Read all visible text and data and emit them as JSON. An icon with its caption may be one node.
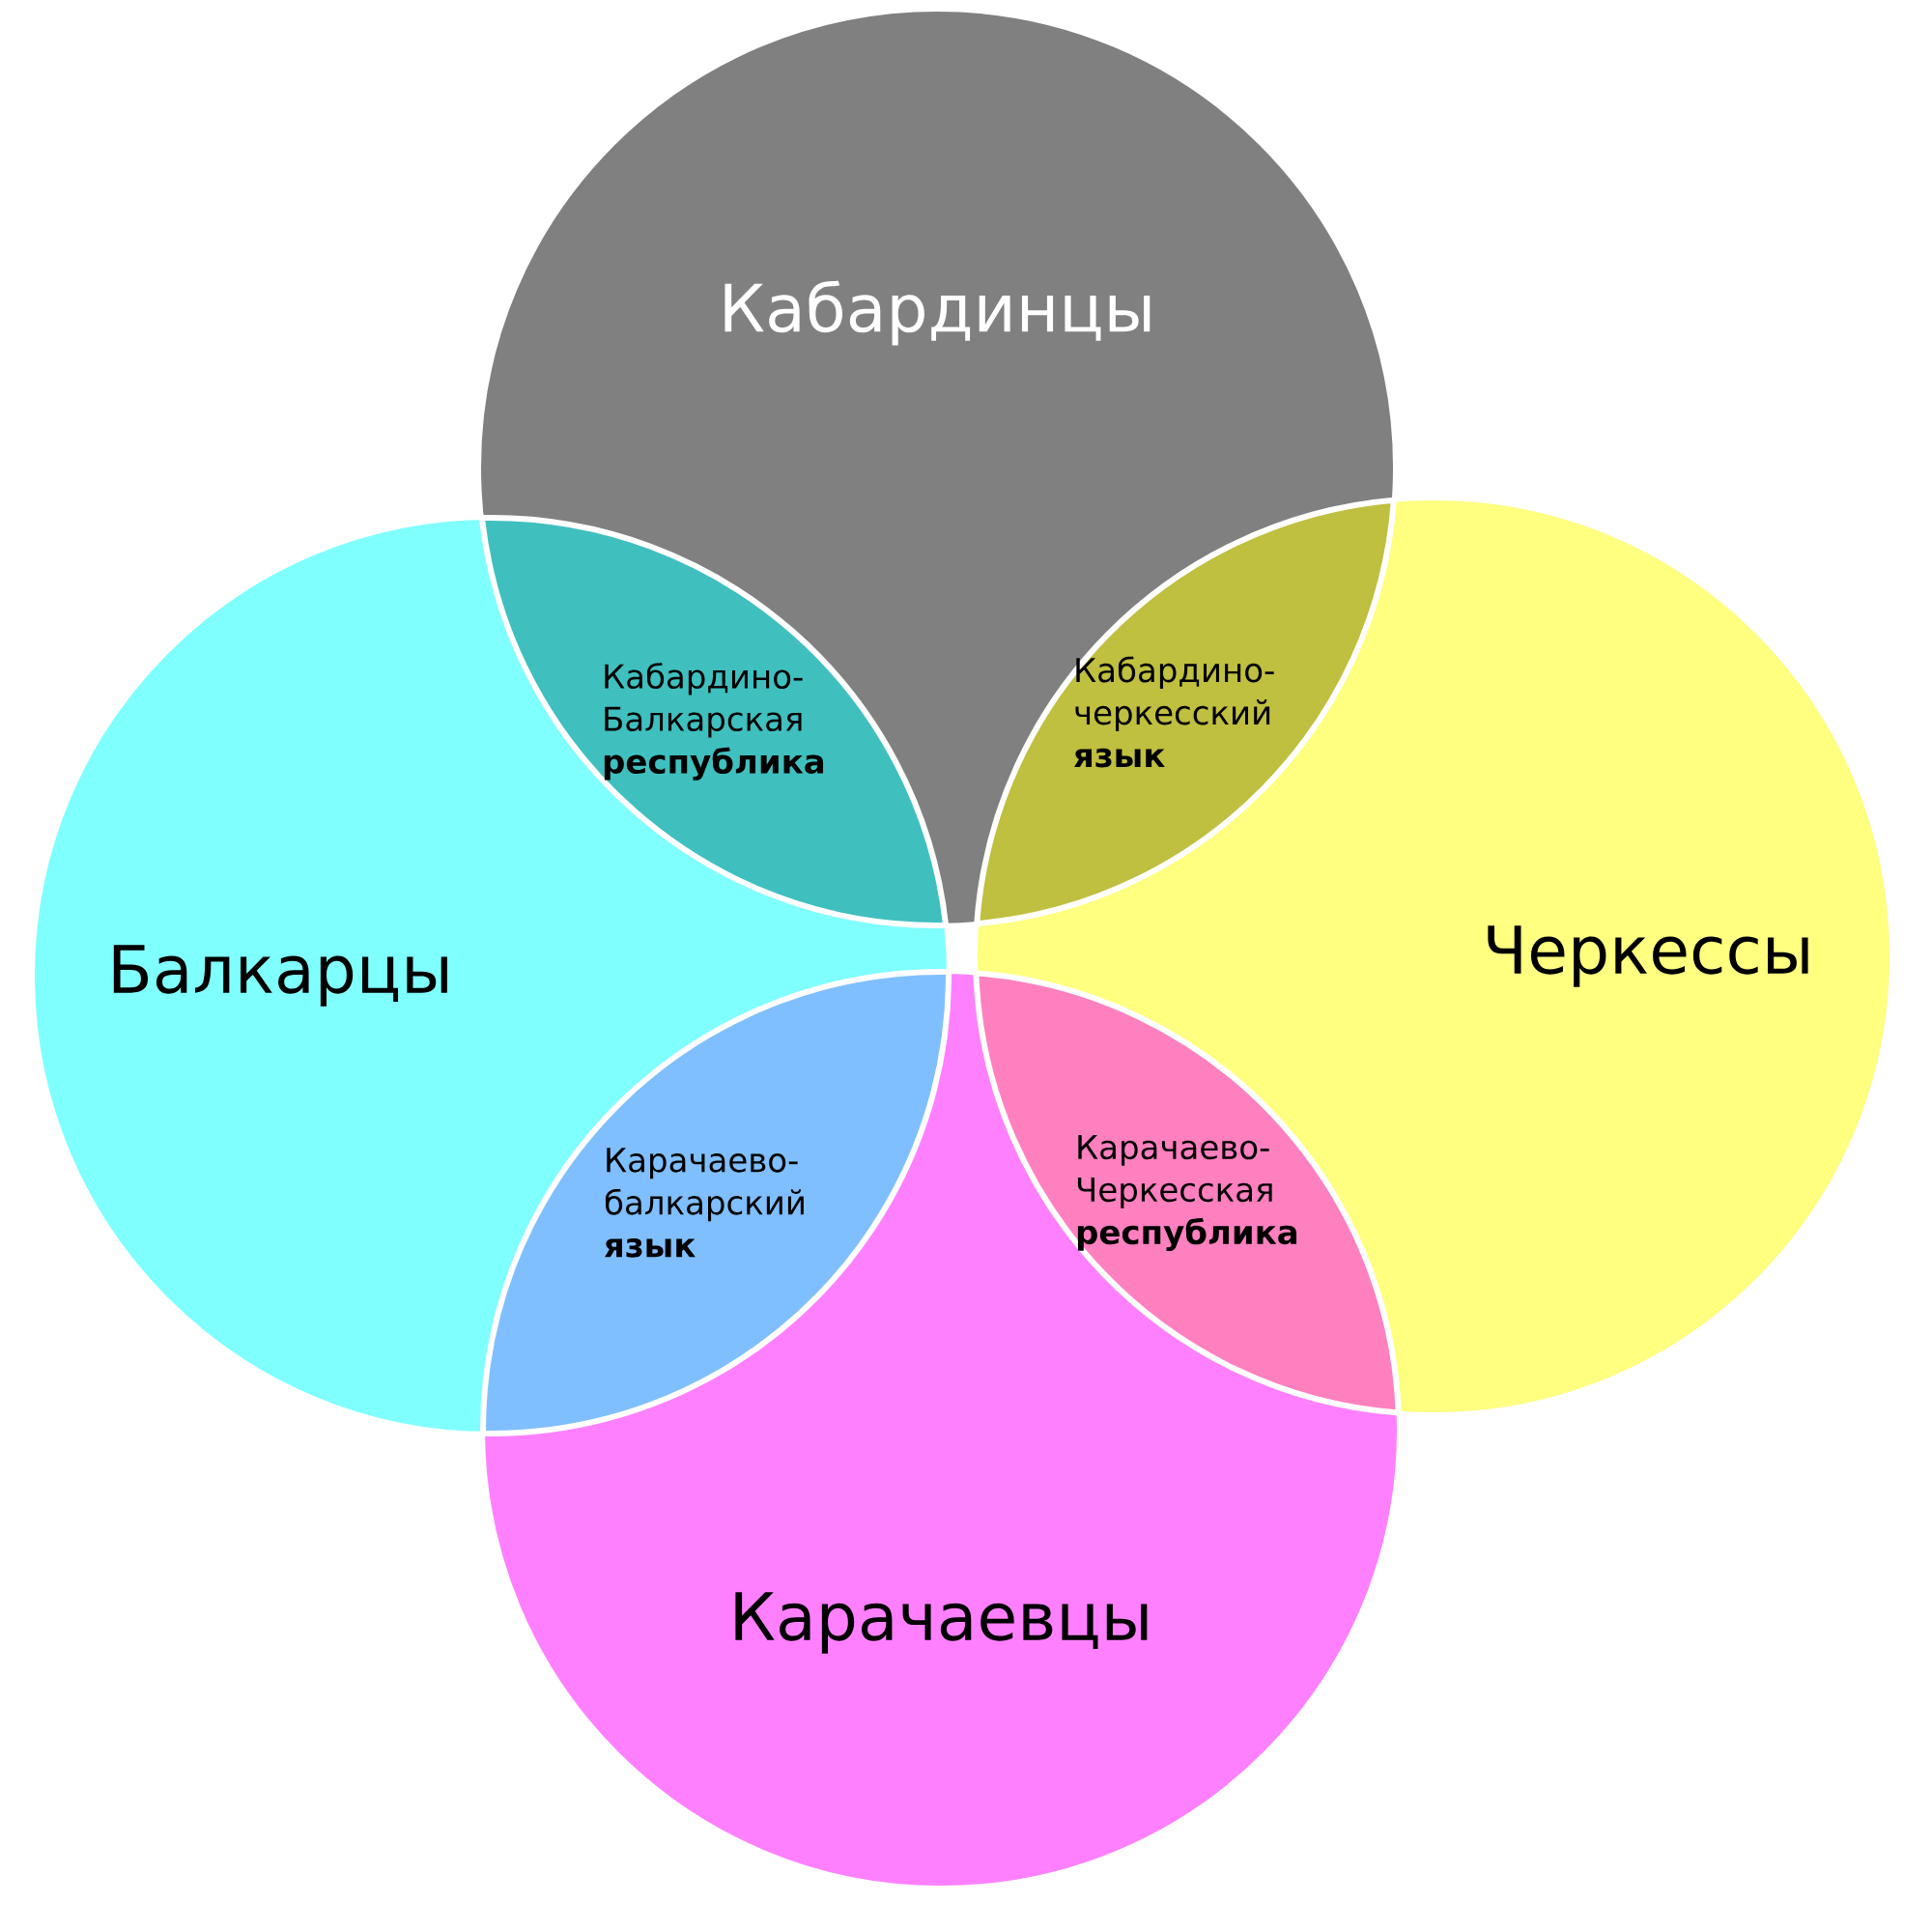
{
  "diagram": {
    "nodes": [
      {
        "text": [
          "Кабардинцы"
        ]
      },
      {
        "text": [
          "Балкарцы"
        ]
      },
      {
        "text": [
          "Черкессы"
        ]
      },
      {
        "text": [
          "Карачаевцы"
        ]
      },
      {
        "text": [
          "Кабардино-Балкарская **республика**"
        ]
      },
      {
        "text": [
          "Кабардино-черкесский **язык**"
        ]
      },
      {
        "text": [
          "Карачаево-балкарский **язык**"
        ]
      },
      {
        "text": [
          "Карачаево-Черкесская **республика**"
        ]
      }
    ]
  }
}
